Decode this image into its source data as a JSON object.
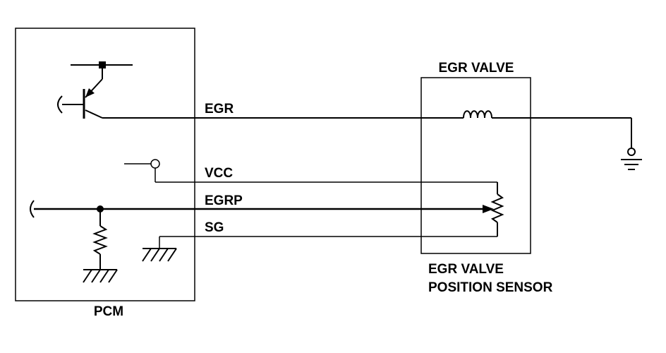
{
  "labels": {
    "pcm": "PCM",
    "egr_valve": "EGR VALVE",
    "sensor_line1": "EGR VALVE",
    "sensor_line2": "POSITION SENSOR"
  },
  "signals": {
    "egr": "EGR",
    "vcc": "VCC",
    "egrp": "EGRP",
    "sg": "SG"
  },
  "colors": {
    "ink": "#000000",
    "background": "#ffffff"
  }
}
